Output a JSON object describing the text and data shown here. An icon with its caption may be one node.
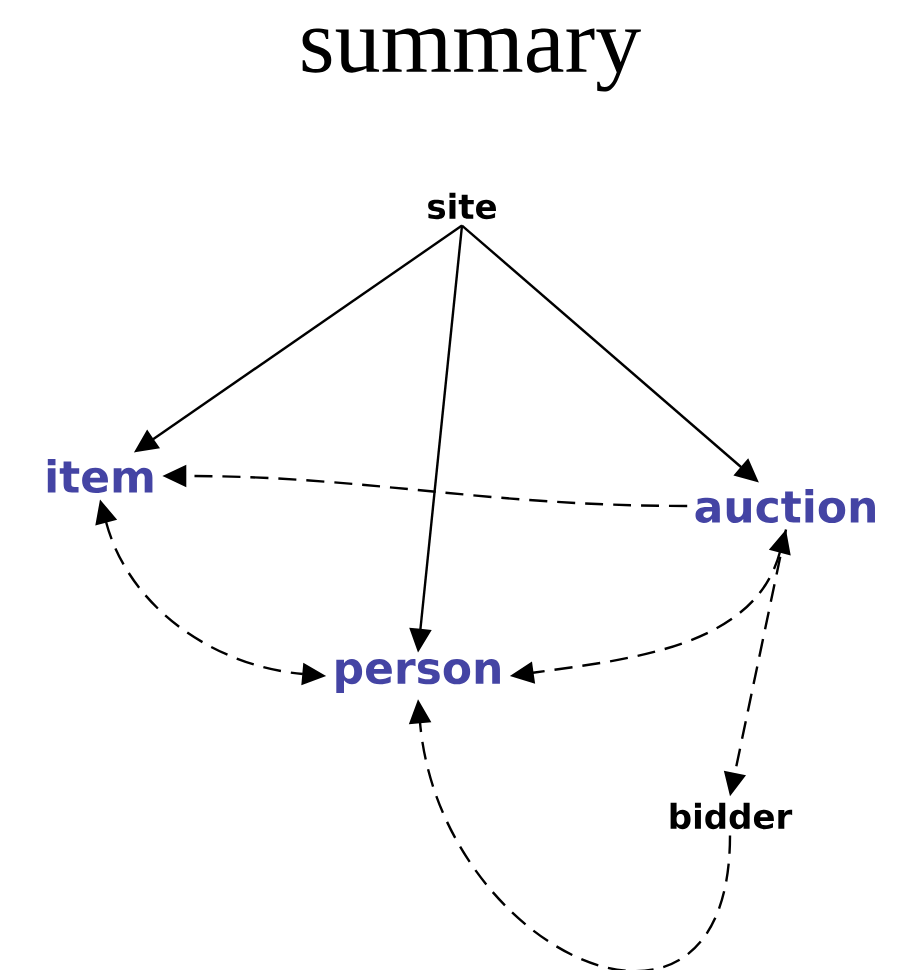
{
  "diagram": {
    "title": "summary",
    "nodes": [
      {
        "text": [
          "site"
        ]
      },
      {
        "text": [
          "item"
        ]
      },
      {
        "text": [
          "auction"
        ]
      },
      {
        "text": [
          "person"
        ]
      },
      {
        "text": [
          "bidder"
        ]
      }
    ],
    "edges": [
      {
        "from": 0,
        "to": 1,
        "arrow": "to"
      },
      {
        "from": 0,
        "to": 3,
        "arrow": "to"
      },
      {
        "from": 0,
        "to": 2,
        "arrow": "to"
      },
      {
        "from": 2,
        "to": 1,
        "arrow": "to",
        "style": "dashed"
      },
      {
        "from": 1,
        "to": 3,
        "arrow": "both",
        "style": "dashed"
      },
      {
        "from": 2,
        "to": 3,
        "arrow": "both",
        "style": "dashed"
      },
      {
        "from": 2,
        "to": 4,
        "arrow": "to",
        "style": "dashed"
      },
      {
        "from": 4,
        "to": 3,
        "arrow": "to",
        "style": "dashed"
      }
    ]
  }
}
